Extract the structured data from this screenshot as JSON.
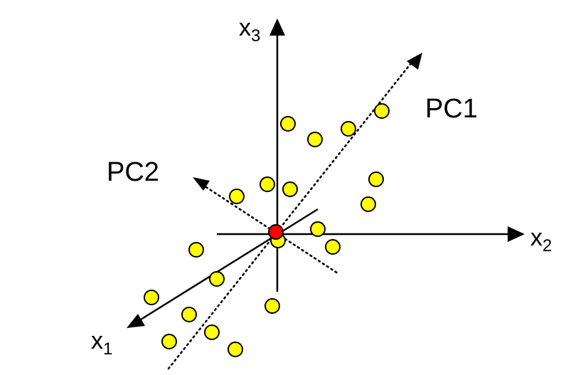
{
  "labels": {
    "x1": {
      "base": "x",
      "sub": "1"
    },
    "x2": {
      "base": "x",
      "sub": "2"
    },
    "x3": {
      "base": "x",
      "sub": "3"
    },
    "pc1": "PC1",
    "pc2": "PC2"
  },
  "colors": {
    "point_fill": "#ffff00",
    "point_stroke": "#000000",
    "mean_fill": "#ff0000",
    "axes": "#000000"
  }
}
